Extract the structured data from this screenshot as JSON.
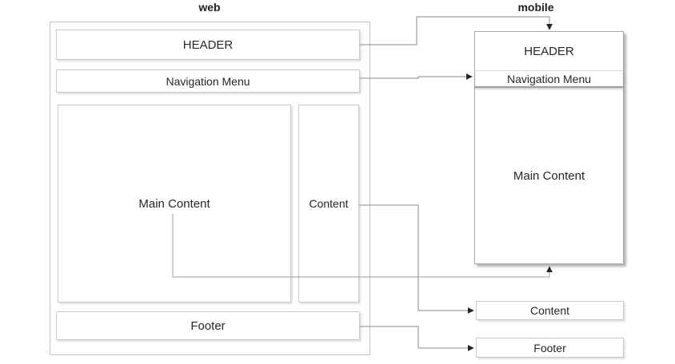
{
  "web": {
    "label": "web",
    "header": "HEADER",
    "nav": "Navigation Menu",
    "main": "Main Content",
    "content": "Content",
    "footer": "Footer"
  },
  "mobile": {
    "label": "mobile",
    "header": "HEADER",
    "nav": "Navigation Menu",
    "main": "Main Content",
    "content": "Content",
    "footer": "Footer"
  },
  "connections": [
    "web-header to mobile-header",
    "web-nav to mobile-nav",
    "web-main to mobile-main",
    "web-content to mobile-content",
    "web-footer to mobile-footer"
  ],
  "palette": {
    "background": "#ffffff",
    "text": "#262626",
    "box_border": "#cbcbcb",
    "outer_border": "#c4c4c4",
    "mobile_border": "#a8a8a8",
    "connector_line": "#8a8a8a",
    "arrowhead": "#262626"
  }
}
